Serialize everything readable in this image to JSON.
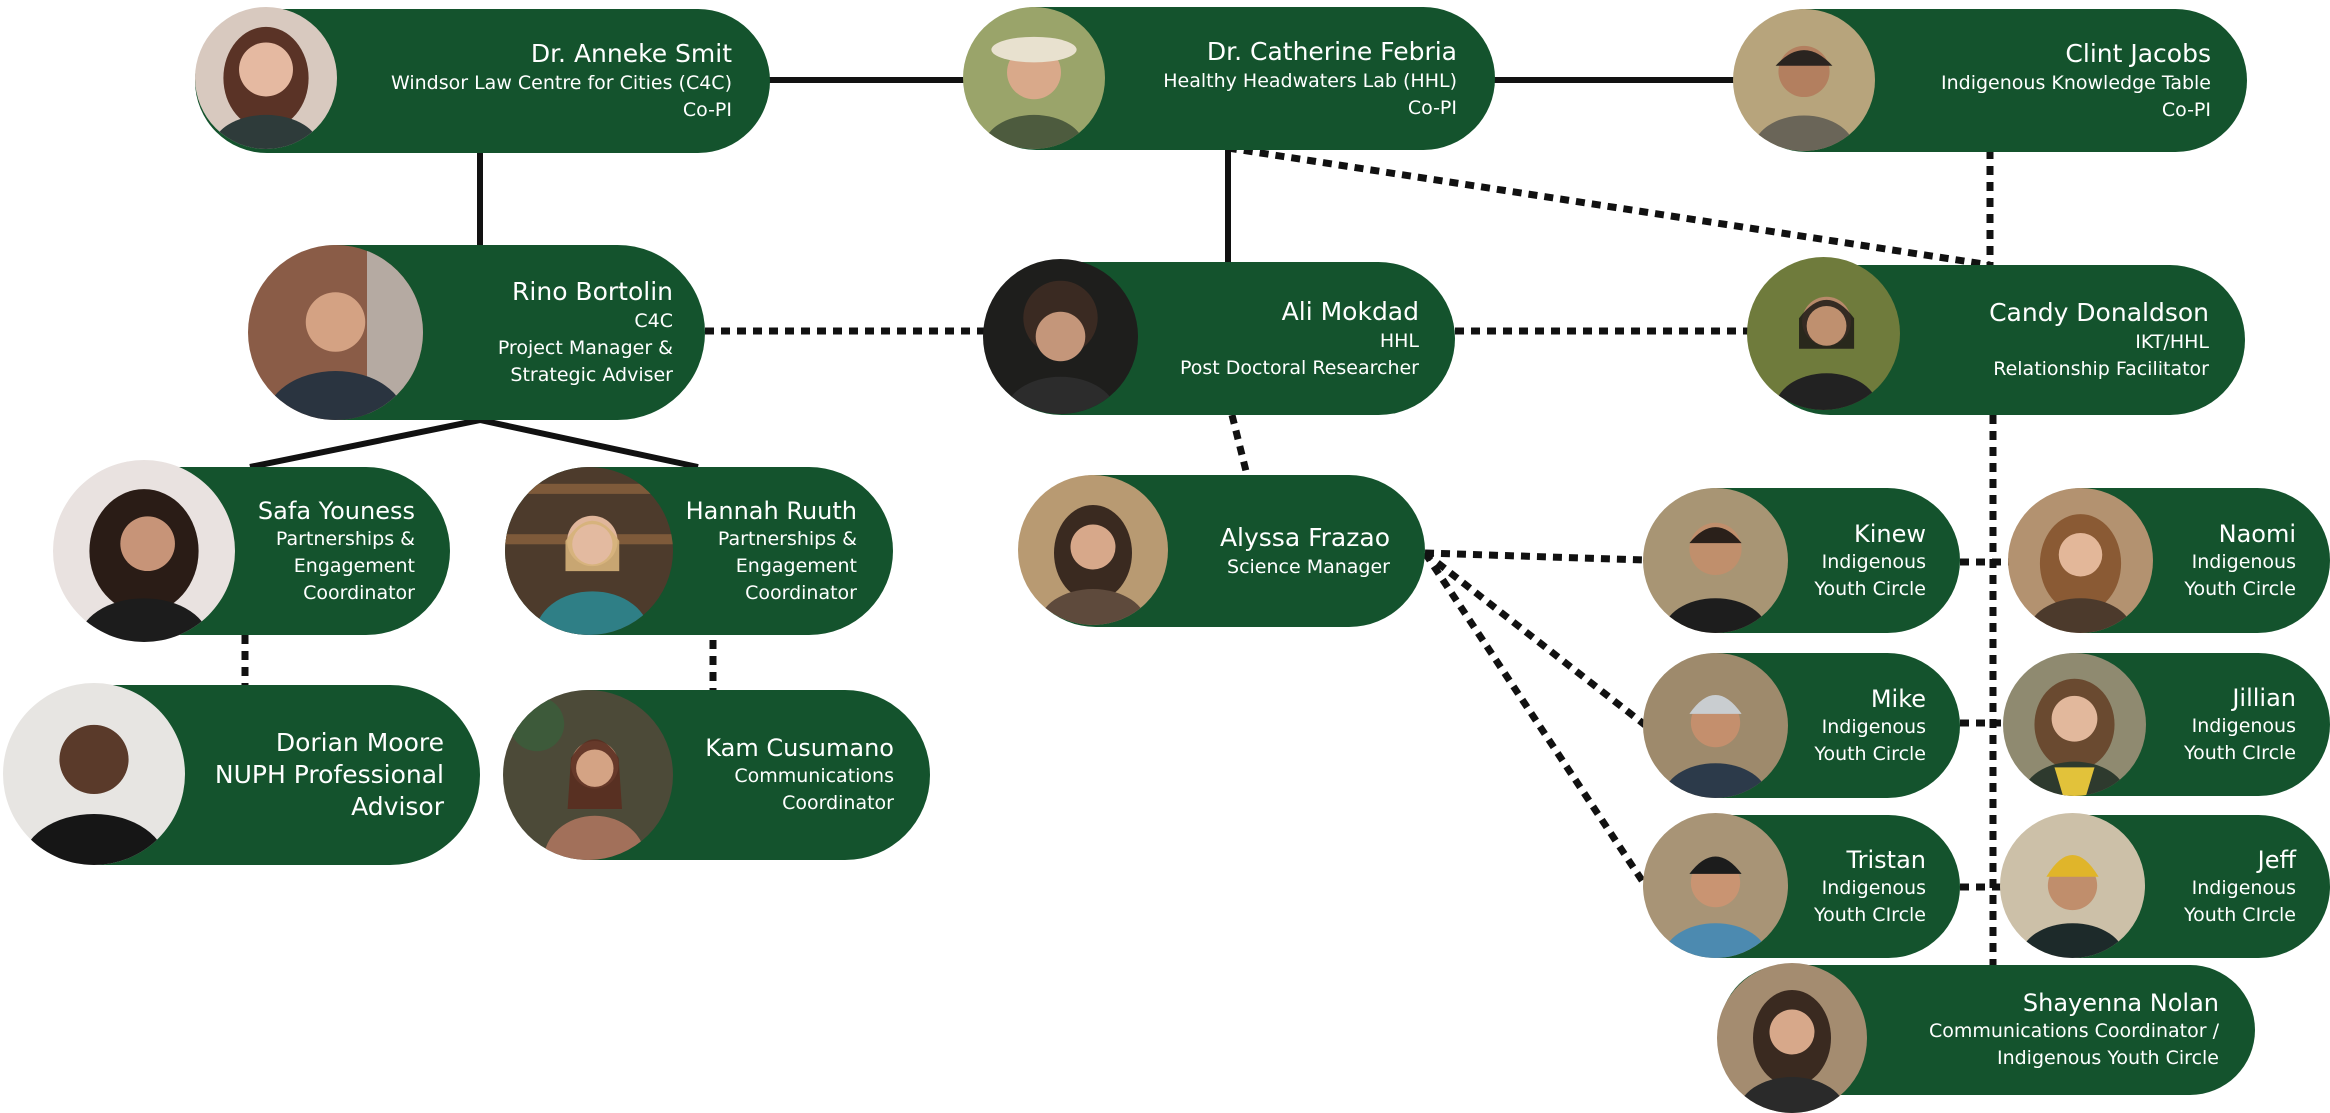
{
  "colors": {
    "node_fill": "#14532d",
    "node_text": "#ffffff",
    "connector": "#111111",
    "background": "#ffffff"
  },
  "people": {
    "anneke": {
      "name": "Dr. Anneke Smit",
      "lines": [
        "Windsor Law Centre for Cities (C4C)",
        "Co-PI"
      ],
      "photo": "portrait-photo"
    },
    "catherine": {
      "name": "Dr. Catherine Febria",
      "lines": [
        "Healthy Headwaters Lab (HHL)",
        "Co-PI"
      ],
      "photo": "portrait-photo"
    },
    "clint": {
      "name": "Clint Jacobs",
      "lines": [
        "Indigenous Knowledge Table",
        "Co-PI"
      ],
      "photo": "portrait-photo"
    },
    "rino": {
      "name": "Rino Bortolin",
      "lines": [
        "C4C",
        "Project Manager &",
        "Strategic Adviser"
      ],
      "photo": "portrait-photo"
    },
    "ali": {
      "name": "Ali Mokdad",
      "lines": [
        "HHL",
        "Post Doctoral Researcher"
      ],
      "photo": "portrait-photo"
    },
    "candy": {
      "name": "Candy Donaldson",
      "lines": [
        "IKT/HHL",
        "Relationship Facilitator"
      ],
      "photo": "portrait-photo"
    },
    "safa": {
      "name": "Safa Youness",
      "lines": [
        "Partnerships &",
        "Engagement",
        "Coordinator"
      ],
      "photo": "portrait-photo"
    },
    "hannah": {
      "name": "Hannah Ruuth",
      "lines": [
        "Partnerships &",
        "Engagement",
        "Coordinator"
      ],
      "photo": "portrait-photo"
    },
    "alyssa": {
      "name": "Alyssa Frazao",
      "lines": [
        "Science Manager"
      ],
      "photo": "portrait-photo"
    },
    "dorian": {
      "name": "Dorian Moore",
      "lines": [
        "NUPH Professional",
        "Advisor"
      ],
      "photo": "portrait-photo"
    },
    "kam": {
      "name": "Kam Cusumano",
      "lines": [
        "Communications",
        "Coordinator"
      ],
      "photo": "portrait-photo"
    },
    "kinew": {
      "name": "Kinew",
      "lines": [
        "Indigenous",
        "Youth Circle"
      ],
      "photo": "portrait-photo"
    },
    "naomi": {
      "name": "Naomi",
      "lines": [
        "Indigenous",
        "Youth Circle"
      ],
      "photo": "portrait-photo"
    },
    "mike": {
      "name": "Mike",
      "lines": [
        "Indigenous",
        "Youth Circle"
      ],
      "photo": "portrait-photo"
    },
    "jillian": {
      "name": "Jillian",
      "lines": [
        "Indigenous",
        "Youth CIrcle"
      ],
      "photo": "portrait-photo"
    },
    "tristan": {
      "name": "Tristan",
      "lines": [
        "Indigenous",
        "Youth CIrcle"
      ],
      "photo": "portrait-photo"
    },
    "jeff": {
      "name": "Jeff",
      "lines": [
        "Indigenous",
        "Youth CIrcle"
      ],
      "photo": "portrait-photo"
    },
    "shayenna": {
      "name": "Shayenna Nolan",
      "lines": [
        "Communications Coordinator /",
        "Indigenous Youth Circle"
      ],
      "photo": "portrait-photo"
    }
  },
  "relationships": {
    "solid": [
      [
        "anneke",
        "catherine"
      ],
      [
        "catherine",
        "clint"
      ],
      [
        "anneke",
        "rino"
      ],
      [
        "catherine",
        "ali"
      ],
      [
        "rino",
        "safa"
      ],
      [
        "rino",
        "hannah"
      ]
    ],
    "dotted": [
      [
        "rino",
        "ali"
      ],
      [
        "ali",
        "candy"
      ],
      [
        "catherine",
        "candy"
      ],
      [
        "clint",
        "candy"
      ],
      [
        "ali",
        "alyssa"
      ],
      [
        "safa",
        "dorian"
      ],
      [
        "hannah",
        "kam"
      ],
      [
        "alyssa",
        "kinew"
      ],
      [
        "alyssa",
        "mike"
      ],
      [
        "alyssa",
        "tristan"
      ],
      [
        "kinew",
        "naomi"
      ],
      [
        "mike",
        "jillian"
      ],
      [
        "tristan",
        "jeff"
      ],
      [
        "candy",
        "shayenna"
      ]
    ]
  }
}
